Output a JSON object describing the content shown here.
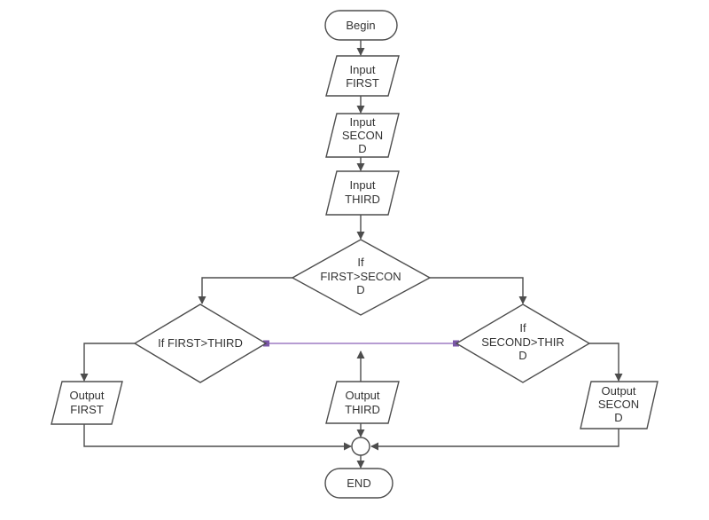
{
  "diagram_type": "flowchart",
  "title": "Find largest of three numbers flowchart",
  "colors": {
    "shape_stroke": "#4d4d4d",
    "shape_fill": "#ffffff",
    "text": "#333333",
    "selected_connector": "#9e7cc4",
    "connector_handle": "#7b57a8",
    "background": "#ffffff"
  },
  "nodes": {
    "begin": {
      "shape": "terminator",
      "lines": [
        "Begin"
      ]
    },
    "input_first": {
      "shape": "parallelogram",
      "lines": [
        "Input",
        "FIRST"
      ]
    },
    "input_second": {
      "shape": "parallelogram",
      "lines": [
        "Input",
        "SECON",
        "D"
      ]
    },
    "input_third": {
      "shape": "parallelogram",
      "lines": [
        "Input",
        "THIRD"
      ]
    },
    "if_first_gt_second": {
      "shape": "decision",
      "lines": [
        "If",
        "FIRST>SECON",
        "D"
      ]
    },
    "if_first_gt_third": {
      "shape": "decision",
      "lines": [
        "If FIRST>THIRD"
      ]
    },
    "if_second_gt_third": {
      "shape": "decision",
      "lines": [
        "If",
        "SECOND>THIR",
        "D"
      ]
    },
    "output_first": {
      "shape": "parallelogram",
      "lines": [
        "Output",
        "FIRST"
      ]
    },
    "output_third": {
      "shape": "parallelogram",
      "lines": [
        "Output",
        "THIRD"
      ]
    },
    "output_second": {
      "shape": "parallelogram",
      "lines": [
        "Output",
        "SECON",
        "D"
      ]
    },
    "junction": {
      "shape": "connector-circle"
    },
    "end": {
      "shape": "terminator",
      "lines": [
        "END"
      ]
    }
  },
  "edges": [
    {
      "from": "begin",
      "to": "input_first"
    },
    {
      "from": "input_first",
      "to": "input_second"
    },
    {
      "from": "input_second",
      "to": "input_third"
    },
    {
      "from": "input_third",
      "to": "if_first_gt_second"
    },
    {
      "from": "if_first_gt_second",
      "to": "if_first_gt_third"
    },
    {
      "from": "if_first_gt_second",
      "to": "if_second_gt_third"
    },
    {
      "from": "if_first_gt_third",
      "to": "output_first"
    },
    {
      "from": "if_first_gt_third",
      "to": "if_second_gt_third",
      "style": "selected-purple"
    },
    {
      "from": "output_third",
      "to": "selected_connector_midpoint",
      "direction": "up"
    },
    {
      "from": "if_second_gt_third",
      "to": "output_second"
    },
    {
      "from": "output_first",
      "to": "junction"
    },
    {
      "from": "output_third",
      "to": "junction"
    },
    {
      "from": "output_second",
      "to": "junction"
    },
    {
      "from": "junction",
      "to": "end"
    }
  ]
}
